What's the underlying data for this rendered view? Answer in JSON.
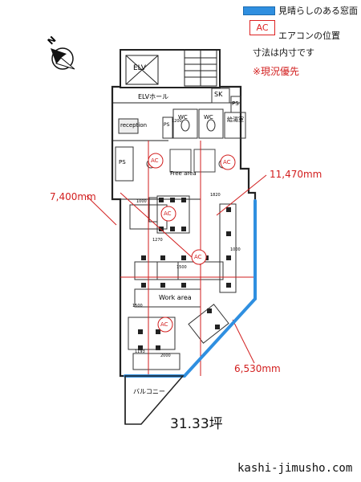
{
  "legend": {
    "view_windows_label": "見晴らしのある窓面",
    "ac_symbol": "AC",
    "ac_position_label": "エアコンの位置",
    "dimension_note": "寸法は内寸です",
    "priority_note": "※現況優先",
    "view_window_color": "#2f8fe0",
    "accent_red": "#d21e1e"
  },
  "compass": {
    "north_label": "N"
  },
  "rooms": {
    "elv": "ELV",
    "elv_hall": "ELVホール",
    "sk": "SK",
    "ps_right": "PS",
    "wc_left": "WC",
    "wc_right": "WC",
    "kyuto": "給湯室",
    "reception": "reception",
    "ps_mid": "PS",
    "ps_left": "PS",
    "free_area": "Free area",
    "work_area": "Work area",
    "balcony": "バルコニー"
  },
  "dimensions": {
    "width_1": "7,400mm",
    "width_2": "11,470mm",
    "width_3": "6,530mm"
  },
  "small_dims": [
    "1200",
    "1000",
    "1820",
    "1500",
    "1500",
    "1270",
    "1000",
    "1193",
    "2000"
  ],
  "ac_units": [
    "AC",
    "AC",
    "AC",
    "AC",
    "AC"
  ],
  "floor_area": "31.33坪",
  "site": "kashi-jimusho.com"
}
